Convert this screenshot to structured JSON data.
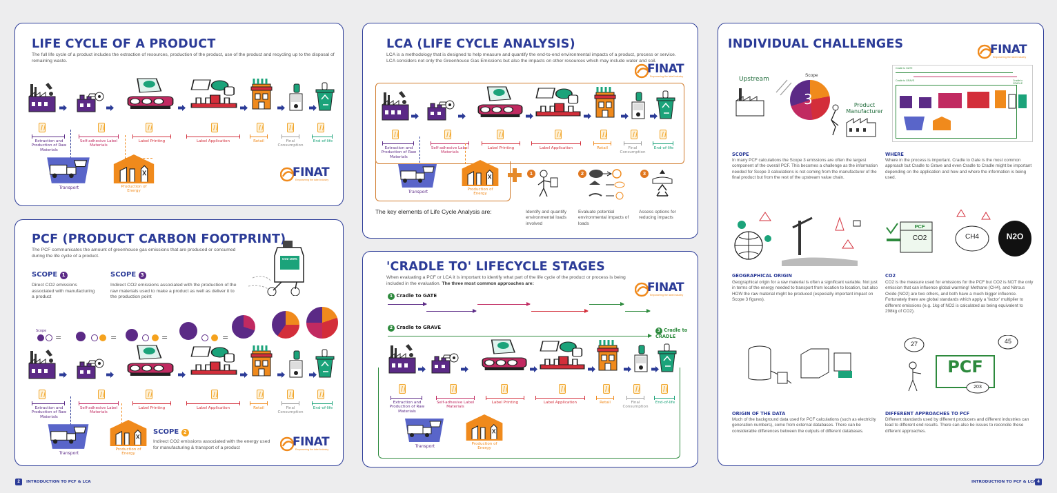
{
  "p1": {
    "title": "LIFE CYCLE OF A PRODUCT",
    "text": "The full life cycle of a product includes the extraction of resources, production of the product, use of the product and recycling up to the disposal of remaining waste."
  },
  "stages": {
    "extraction": "Extraction and Production of Raw Materials",
    "self_adhesive": "Self-adhesive Label Materials",
    "label_printing": "Label Printing",
    "label_application": "Label Application",
    "retail": "Retail",
    "final_consumption": "Final Consumption",
    "end_of_life": "End-of-life",
    "transport": "Transport",
    "energy": "Production of Energy",
    "retail_sign": "RETAIL"
  },
  "finat": {
    "name": "FINAT",
    "tagline": "Empowering the label industry"
  },
  "p2": {
    "title": "LCA (LIFE CYCLE ANALYSIS)",
    "text": "LCA is a methodology that is designed to help measure and quantify the end-to-end environmental impacts of a product, process or service. LCA considers not only the Greenhouse Gas Emissions but also the impacts on other resources which may include water and soil.",
    "key_elements": "The key elements of Life Cycle Analysis are:",
    "elements": [
      {
        "num": "1",
        "text": "Identify and quantify environmental loads involved"
      },
      {
        "num": "2",
        "text": "Evaluate potential environmental impacts of loads"
      },
      {
        "num": "3",
        "text": "Assess options for reducing impacts"
      }
    ]
  },
  "p3": {
    "title": "PCF (PRODUCT CARBON FOOTPRINT)",
    "text": "The PCF communicates the amount of greenhouse gas emissions that are produced or consumed during the life cycle of a product.",
    "scope1_head": "SCOPE",
    "scope1_num": "1",
    "scope1_text": "Direct CO2 emissions associated with manufacturing a product",
    "scope3_head": "SCOPE",
    "scope3_num": "3",
    "scope3_text": "Indirect CO2 emissions associated with the production of the raw materials used to make a product as well as deliver it to the production point",
    "scope2_head": "SCOPE",
    "scope2_num": "2",
    "scope2_text": "Indirect CO2 emissions associated with the energy used for manufacturing & transport of a product",
    "scope_word": "Scope",
    "jug_text": "CO2 100%"
  },
  "p4": {
    "title": "'CRADLE TO' LIFECYCLE STAGES",
    "text_a": "When evaluating a PCF or LCA it is important to identify what part of the life cycle of the product or process is being included in the evaluation. ",
    "text_b": "The three most common approaches are:",
    "gate": "Cradle to GATE",
    "grave": "Cradle to GRAVE",
    "cradle": "Cradle to CRADLE",
    "n1": "1",
    "n2": "2",
    "n3": "3"
  },
  "p5": {
    "title": "INDIVIDUAL CHALLENGES",
    "upstream": "Upstream",
    "scope": "Scope",
    "scope_num": "3",
    "manufacturer": "Product Manufacturer",
    "scope_h": "SCOPE",
    "scope_t": "In many PCF calculations the Scope 3 emissions are often the largest component of the overall PCF. This becomes a challenge as the information needed for Scope 3 calculations is not coming from the manufacturer of the final product but from the rest of the upstream value chain.",
    "where_h": "WHERE",
    "where_t": "Where in the process is important. Cradle to Gate is the most common approach but Cradle to Grave and even Cradle to Cradle might be important depending on the application and how and where the information is being used.",
    "geo_h": "GEOGRAPHICAL ORIGIN",
    "geo_t": "Geographical origin for a raw material is often a significant variable. Not just in terms of the energy needed to transport from location to location, but also HOW the raw material might be produced (especially important impact on Scope 3 figures).",
    "co2_h": "CO2",
    "co2_t": "CO2 is the measure used for emissions for the PCF but CO2 is NOT the only emission that can influence global warming! Methane (CH4), and Nitrous Oxide (NO2) are two others, and both have a much bigger influence. Fortunately there are global standards which apply a 'factor' multiplier to different emissions (e.g. 1kg of NO2 is calculated as being equivalent to 298kg of CO2).",
    "data_h": "ORIGIN OF THE DATA",
    "data_t": "Much of the background data used for PCF calculations (such as electricity generation numbers), come from external databases. There can be considerable differences between the outputs of different databases.",
    "diff_h": "DIFFERENT APPROACHES TO PCF",
    "diff_t": "Different standards used by different producers and different industries can lead to different end results. There can also be issues to reconcile these different approaches.",
    "pcf": "PCF",
    "co2": "CO2",
    "ch4": "CH4",
    "n2o": "N2O",
    "num27": "27",
    "num45": "45",
    "num203": "203",
    "mini_gate": "Cradle to GATE",
    "mini_grave": "Cradle to GRAVE",
    "mini_cradle": "Cradle to CRADLE"
  },
  "footer": {
    "left_num": "2",
    "left_text": "INTRODUCTION TO PCF & LCA",
    "right_text": "INTRODUCTION TO PCF & LCA",
    "right_num": "4"
  }
}
